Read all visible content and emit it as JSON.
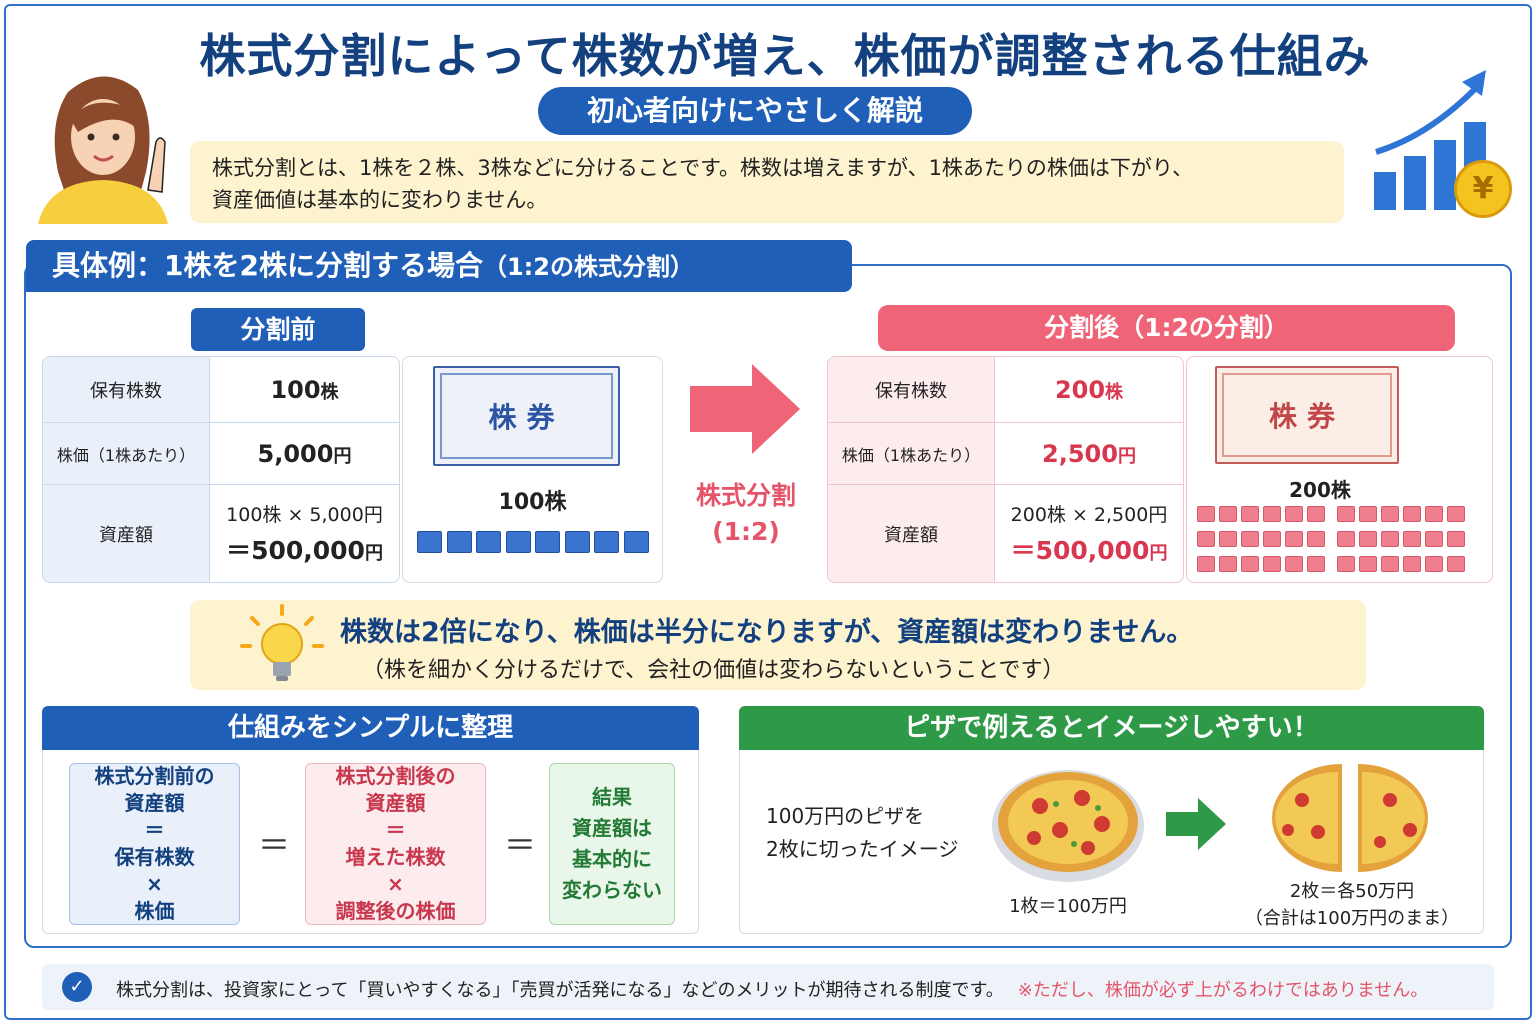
{
  "header": {
    "title": "株式分割によって株数が増え、株価が調整される仕組み",
    "subtitle": "初心者向けにやさしく解説",
    "intro_line1": "株式分割とは、1株を２株、3株などに分けることです。株数は増えますが、1株あたりの株価は下がり、",
    "intro_line2": "資産価値は基本的に変わりません。",
    "coin_symbol": "¥"
  },
  "example": {
    "heading": "具体例：1株を2株に分割する場合",
    "heading_suffix": "（1:2の株式分割）",
    "before": {
      "label": "分割前",
      "rows": [
        {
          "label": "保有株数",
          "value": "100",
          "unit": "株"
        },
        {
          "label": "株価（1株あたり）",
          "value": "5,000",
          "unit": "円"
        },
        {
          "label": "資産額",
          "formula": "100株 × 5,000円",
          "value": "＝500,000",
          "unit": "円"
        }
      ],
      "certificate": "株券",
      "count": "100株"
    },
    "arrow_label_line1": "株式分割",
    "arrow_label_line2": "(1:2)",
    "after": {
      "label": "分割後（1:2の分割）",
      "rows": [
        {
          "label": "保有株数",
          "value": "200",
          "unit": "株"
        },
        {
          "label": "株価（1株あたり）",
          "value": "2,500",
          "unit": "円"
        },
        {
          "label": "資産額",
          "formula": "200株 × 2,500円",
          "value": "＝500,000",
          "unit": "円"
        }
      ],
      "certificate": "株券",
      "count": "200株"
    }
  },
  "tip": {
    "main": "株数は2倍になり、株価は半分になりますが、資産額は変わりません。",
    "sub": "（株を細かく分けるだけで、会社の価値は変わらないということです）"
  },
  "mechanism": {
    "heading": "仕組みをシンプルに整理",
    "before_box": [
      "株式分割前の",
      "資産額",
      "＝",
      "保有株数",
      "×",
      "株価"
    ],
    "after_box": [
      "株式分割後の",
      "資産額",
      "＝",
      "増えた株数",
      "×",
      "調整後の株価"
    ],
    "equals": "＝",
    "result_box": [
      "結果",
      "資産額は",
      "基本的に",
      "変わらない"
    ]
  },
  "pizza": {
    "heading": "ピザで例えるとイメージしやすい！",
    "text_line1": "100万円のピザを",
    "text_line2": "2枚に切ったイメージ",
    "caption_left": "1枚＝100万円",
    "caption_right_line1": "2枚＝各50万円",
    "caption_right_line2": "（合計は100万円のまま）"
  },
  "footer": {
    "text": "株式分割は、投資家にとって「買いやすくなる」「売買が活発になる」などのメリットが期待される制度です。",
    "note": "※ただし、株価が必ず上がるわけではありません。",
    "check_symbol": "✓"
  },
  "colors": {
    "primary_blue": "#1f5fb8",
    "title_navy": "#13407e",
    "accent_pink": "#f06478",
    "accent_red": "#d8384f",
    "green": "#2e9a48",
    "cream": "#fdf3cf"
  }
}
